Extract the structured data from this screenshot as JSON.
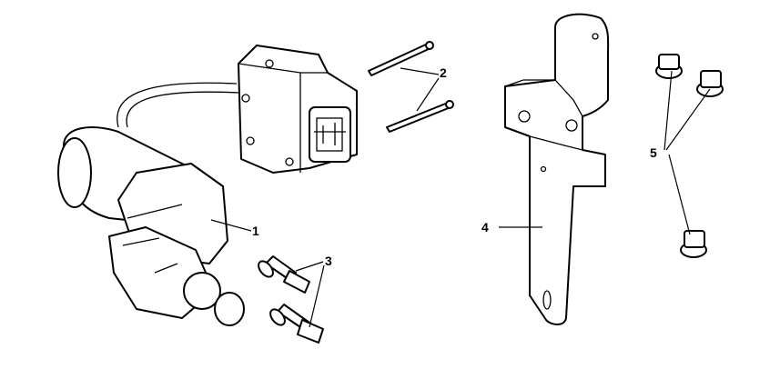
{
  "callouts": {
    "starter_motor": "1",
    "long_bolts": "2",
    "short_bolts": "3",
    "bracket": "4",
    "nuts": "5"
  }
}
